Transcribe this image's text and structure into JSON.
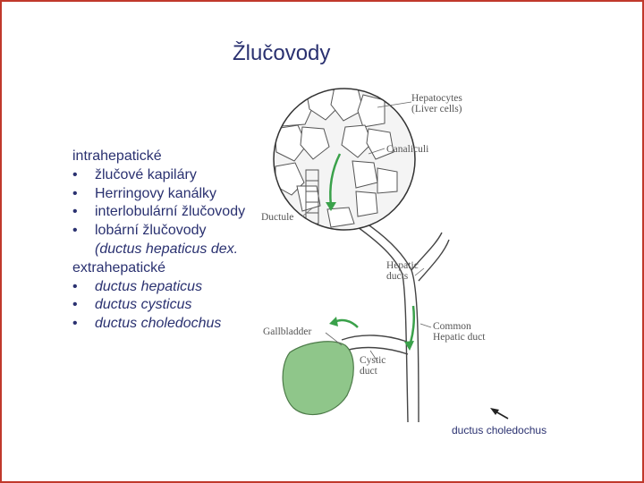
{
  "title": "Žlučovody",
  "list": [
    {
      "text": "intrahepatické",
      "type": "heading",
      "italic": false
    },
    {
      "text": "žlučové kapiláry",
      "type": "bullet",
      "italic": false
    },
    {
      "text": "Herringovy kanálky",
      "type": "bullet",
      "italic": false
    },
    {
      "text": "interlobulární žlučovody",
      "type": "bullet",
      "italic": false
    },
    {
      "text": "lobární žlučovody",
      "type": "bullet",
      "italic": false
    },
    {
      "text": "(ductus hepaticus dex.",
      "type": "cont",
      "italic": true
    },
    {
      "text": "extrahepatické",
      "type": "heading",
      "italic": false
    },
    {
      "text": "ductus hepaticus",
      "type": "bullet",
      "italic": true
    },
    {
      "text": "ductus cysticus",
      "type": "bullet",
      "italic": true
    },
    {
      "text": "ductus choledochus",
      "type": "bullet",
      "italic": true
    }
  ],
  "bullet_glyph": "•",
  "figure": {
    "labels": {
      "hepatocytes_1": "Hepatocytes",
      "hepatocytes_2": "(Liver cells)",
      "canaliculi": "Canaliculi",
      "ductule": "Ductule",
      "hepatic_ducts_1": "Hepatic",
      "hepatic_ducts_2": "ducts",
      "common_hepatic_1": "Common",
      "common_hepatic_2": "Hepatic duct",
      "gallbladder": "Gallbladder",
      "cystic_1": "Cystic",
      "cystic_2": "duct"
    },
    "colors": {
      "arrow": "#3aa14a",
      "gallbladder": "#8fc68a",
      "line": "#444444"
    }
  },
  "caption": "ductus choledochus",
  "colors": {
    "text": "#2a3170",
    "border": "#c0392b"
  }
}
